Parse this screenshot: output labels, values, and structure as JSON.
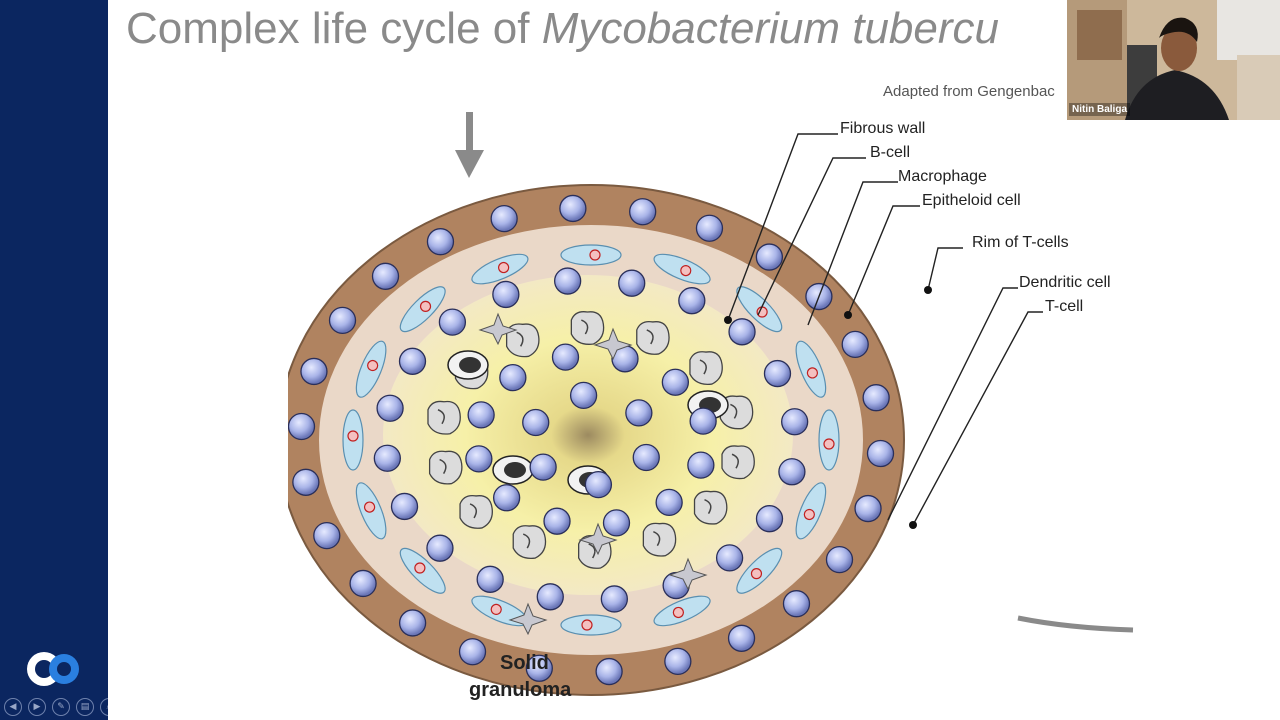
{
  "slide": {
    "title_plain": "Complex life cycle of ",
    "title_italic": "Mycobacterium tubercu",
    "credit": "Adapted from Gengenbac"
  },
  "figure": {
    "labels": {
      "fibrous_wall": "Fibrous wall",
      "b_cell": "B-cell",
      "macrophage": "Macrophage",
      "epitheloid_cell": "Epitheloid cell",
      "rim_t_cells": "Rim of T-cells",
      "dendritic_cell": "Dendritic cell",
      "t_cell": "T-cell",
      "solid": "Solid",
      "granuloma": "granuloma"
    }
  },
  "video": {
    "participant_name": "Nitin Baliga"
  },
  "controls": {
    "prev_icon": "◀",
    "next_icon": "▶",
    "pen_icon": "✎",
    "slides_icon": "▤",
    "zoom_icon": "⌕",
    "more_icon": "⋯"
  },
  "colors": {
    "sidebar": "#0b2660",
    "title": "#8a8a8a",
    "granuloma_outer": "#b08360",
    "granuloma_core": "#f5eea0",
    "t_cell": "#a9b4e8"
  }
}
